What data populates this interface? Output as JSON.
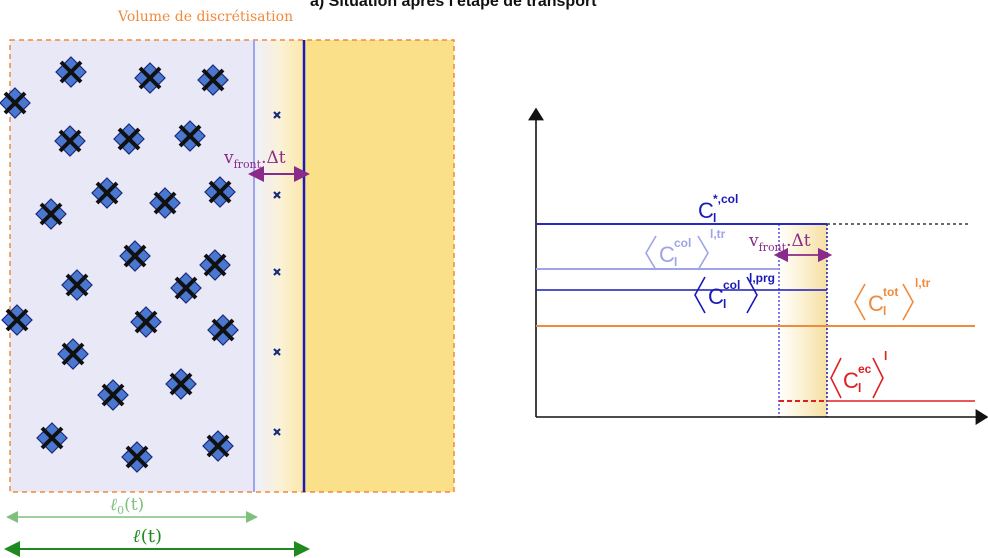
{
  "title": "a) Situation après l'étape de transport",
  "left_panel": {
    "volume_label": "Volume de discrétisation",
    "vfront_label": {
      "main": "v",
      "sub": "front",
      "suffix": ".Δt"
    },
    "l0_label": {
      "main": "ℓ",
      "sub": "0",
      "suffix": "(t)"
    },
    "l_label": {
      "main": "ℓ",
      "suffix": "(t)"
    }
  },
  "right_panel": {
    "c_star_col": {
      "main": "C",
      "sup": "*,col",
      "sub": "l"
    },
    "c_col_tr": {
      "main": "C",
      "sup": "col",
      "sub": "l",
      "outer_sup": "l,tr"
    },
    "c_col_prg": {
      "main": "C",
      "sup": "col",
      "sub": "l",
      "outer_sup": "l,prg"
    },
    "c_tot_tr": {
      "main": "C",
      "sup": "tot",
      "sub": "l",
      "outer_sup": "l,tr"
    },
    "c_ec": {
      "main": "C",
      "sup": "ec",
      "sub": "l",
      "outer_sup": "l"
    },
    "vfront_label": {
      "main": "v",
      "sub": "front",
      "suffix": ".Δt"
    }
  },
  "colors": {
    "orange": "#f08a3c",
    "blue": "#1a1ab8",
    "light_blue": "#9fa3e8",
    "mid_blue": "#2a2ac0",
    "purple": "#8a2a8a",
    "red": "#e02020",
    "green": "#7fc07f",
    "dark_green": "#1f8a1f",
    "yellow": "#fbe08a",
    "lavender": "#e8e8f6"
  }
}
